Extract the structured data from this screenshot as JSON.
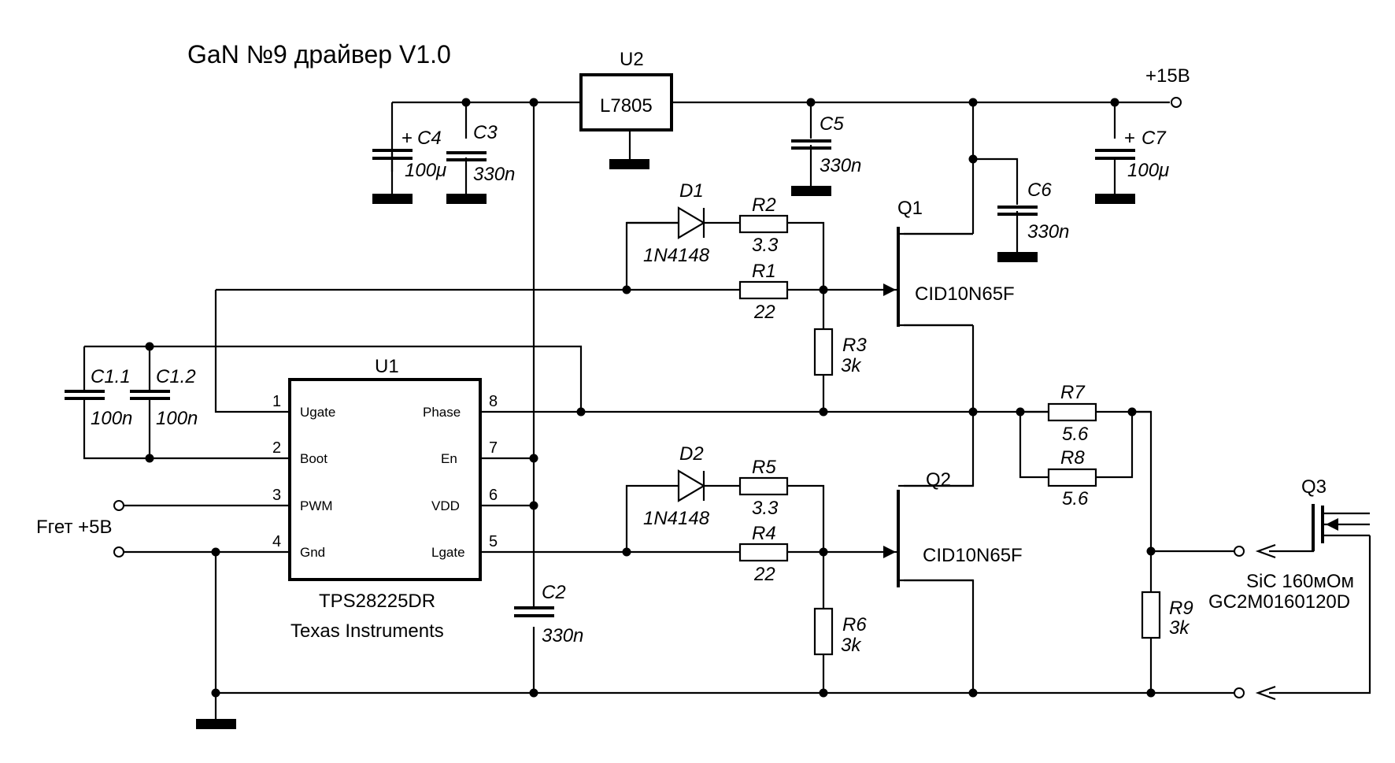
{
  "title": "GaN №9 драйвер V1.0",
  "nets": {
    "v15": "+15В",
    "v15_color": "#ff0000",
    "fgen": "Fгет +5В",
    "fgen_color": "#0000cc"
  },
  "u1": {
    "ref": "U1",
    "part": "TPS28225DR",
    "maker": "Texas Instruments",
    "pins_left": [
      {
        "num": "1",
        "name": "Ugate"
      },
      {
        "num": "2",
        "name": "Boot"
      },
      {
        "num": "3",
        "name": "PWM"
      },
      {
        "num": "4",
        "name": "Gnd"
      }
    ],
    "pins_right": [
      {
        "num": "8",
        "name": "Phase"
      },
      {
        "num": "7",
        "name": "En"
      },
      {
        "num": "6",
        "name": "VDD"
      },
      {
        "num": "5",
        "name": "Lgate"
      }
    ]
  },
  "u2": {
    "ref": "U2",
    "part": "L7805"
  },
  "caps": {
    "c4": {
      "ref": "C4",
      "value": "100μ",
      "polarity": "+"
    },
    "c3": {
      "ref": "C3",
      "value": "330n"
    },
    "c5": {
      "ref": "C5",
      "value": "330n"
    },
    "c6": {
      "ref": "C6",
      "value": "330n"
    },
    "c7": {
      "ref": "C7",
      "value": "100μ",
      "polarity": "+"
    },
    "c1_1": {
      "ref": "C1.1",
      "value": "100n"
    },
    "c1_2": {
      "ref": "C1.2",
      "value": "100n"
    },
    "c2": {
      "ref": "C2",
      "value": "330n"
    }
  },
  "diodes": {
    "d1": {
      "ref": "D1",
      "part": "1N4148"
    },
    "d2": {
      "ref": "D2",
      "part": "1N4148"
    }
  },
  "resistors": {
    "r1": {
      "ref": "R1",
      "value": "22"
    },
    "r2": {
      "ref": "R2",
      "value": "3.3"
    },
    "r3": {
      "ref": "R3",
      "value": "3k"
    },
    "r4": {
      "ref": "R4",
      "value": "22"
    },
    "r5": {
      "ref": "R5",
      "value": "3.3"
    },
    "r6": {
      "ref": "R6",
      "value": "3k"
    },
    "r7": {
      "ref": "R7",
      "value": "5.6"
    },
    "r8": {
      "ref": "R8",
      "value": "5.6"
    },
    "r9": {
      "ref": "R9",
      "value": "3k"
    }
  },
  "transistors": {
    "q1": {
      "ref": "Q1",
      "part": "CID10N65F"
    },
    "q2": {
      "ref": "Q2",
      "part": "CID10N65F"
    },
    "q3": {
      "ref": "Q3",
      "desc": "SiC 160мОм",
      "part": "GC2M0160120D"
    }
  }
}
